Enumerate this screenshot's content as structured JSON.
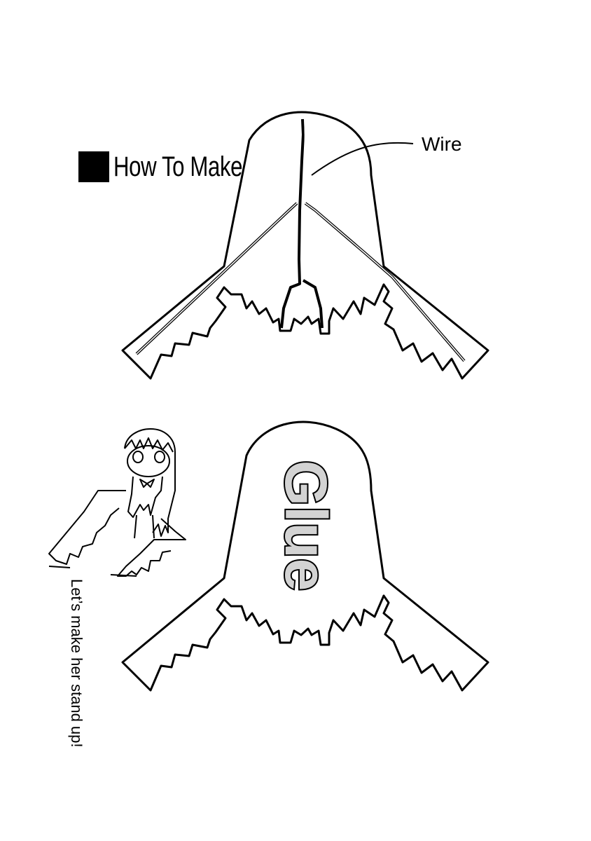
{
  "heading": {
    "title": "How To Make"
  },
  "diagram_top": {
    "wire_label": "Wire"
  },
  "diagram_bottom": {
    "glue_label": "Glue"
  },
  "caption": {
    "text": "Let’s make her stand up!"
  }
}
